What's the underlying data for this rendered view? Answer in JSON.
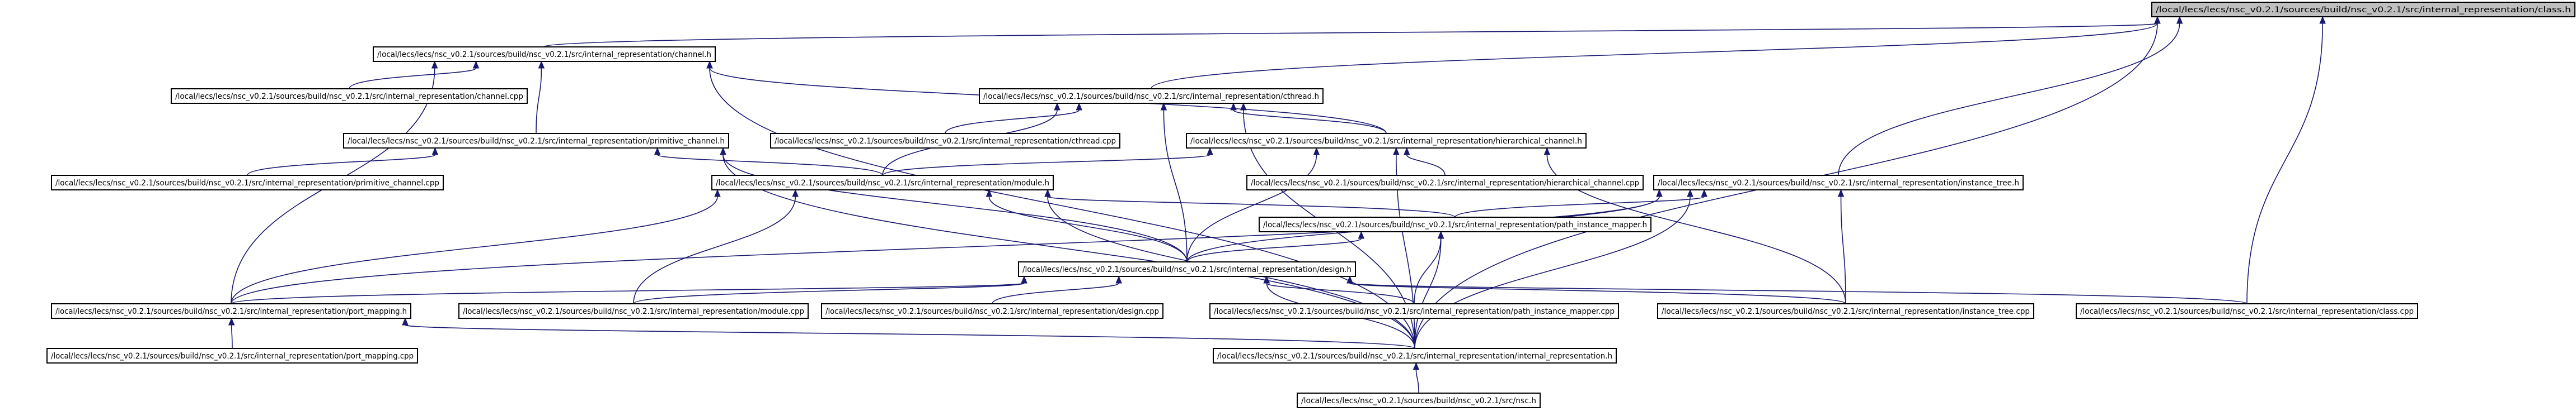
{
  "graph": {
    "nodes": [
      {
        "id": "class_h",
        "label": "/local/lecs/lecs/nsc_v0.2.1/sources/build/nsc_v0.2.1/src/internal_representation/class.h",
        "root": true
      },
      {
        "id": "channel_h",
        "label": "/local/lecs/lecs/nsc_v0.2.1/sources/build/nsc_v0.2.1/src/internal_representation/channel.h"
      },
      {
        "id": "channel_cpp",
        "label": "/local/lecs/lecs/nsc_v0.2.1/sources/build/nsc_v0.2.1/src/internal_representation/channel.cpp"
      },
      {
        "id": "cthread_h",
        "label": "/local/lecs/lecs/nsc_v0.2.1/sources/build/nsc_v0.2.1/src/internal_representation/cthread.h"
      },
      {
        "id": "primitive_channel_h",
        "label": "/local/lecs/lecs/nsc_v0.2.1/sources/build/nsc_v0.2.1/src/internal_representation/primitive_channel.h"
      },
      {
        "id": "cthread_cpp",
        "label": "/local/lecs/lecs/nsc_v0.2.1/sources/build/nsc_v0.2.1/src/internal_representation/cthread.cpp"
      },
      {
        "id": "hierarchical_channel_h",
        "label": "/local/lecs/lecs/nsc_v0.2.1/sources/build/nsc_v0.2.1/src/internal_representation/hierarchical_channel.h"
      },
      {
        "id": "primitive_channel_cpp",
        "label": "/local/lecs/lecs/nsc_v0.2.1/sources/build/nsc_v0.2.1/src/internal_representation/primitive_channel.cpp"
      },
      {
        "id": "module_h",
        "label": "/local/lecs/lecs/nsc_v0.2.1/sources/build/nsc_v0.2.1/src/internal_representation/module.h"
      },
      {
        "id": "hierarchical_channel_cpp",
        "label": "/local/lecs/lecs/nsc_v0.2.1/sources/build/nsc_v0.2.1/src/internal_representation/hierarchical_channel.cpp"
      },
      {
        "id": "instance_tree_h",
        "label": "/local/lecs/lecs/nsc_v0.2.1/sources/build/nsc_v0.2.1/src/internal_representation/instance_tree.h"
      },
      {
        "id": "path_instance_mapper_h",
        "label": "/local/lecs/lecs/nsc_v0.2.1/sources/build/nsc_v0.2.1/src/internal_representation/path_instance_mapper.h"
      },
      {
        "id": "design_h",
        "label": "/local/lecs/lecs/nsc_v0.2.1/sources/build/nsc_v0.2.1/src/internal_representation/design.h"
      },
      {
        "id": "port_mapping_h",
        "label": "/local/lecs/lecs/nsc_v0.2.1/sources/build/nsc_v0.2.1/src/internal_representation/port_mapping.h"
      },
      {
        "id": "module_cpp",
        "label": "/local/lecs/lecs/nsc_v0.2.1/sources/build/nsc_v0.2.1/src/internal_representation/module.cpp"
      },
      {
        "id": "design_cpp",
        "label": "/local/lecs/lecs/nsc_v0.2.1/sources/build/nsc_v0.2.1/src/internal_representation/design.cpp"
      },
      {
        "id": "path_instance_mapper_cpp",
        "label": "/local/lecs/lecs/nsc_v0.2.1/sources/build/nsc_v0.2.1/src/internal_representation/path_instance_mapper.cpp"
      },
      {
        "id": "instance_tree_cpp",
        "label": "/local/lecs/lecs/nsc_v0.2.1/sources/build/nsc_v0.2.1/src/internal_representation/instance_tree.cpp"
      },
      {
        "id": "class_cpp",
        "label": "/local/lecs/lecs/nsc_v0.2.1/sources/build/nsc_v0.2.1/src/internal_representation/class.cpp"
      },
      {
        "id": "port_mapping_cpp",
        "label": "/local/lecs/lecs/nsc_v0.2.1/sources/build/nsc_v0.2.1/src/internal_representation/port_mapping.cpp"
      },
      {
        "id": "internal_representation_h",
        "label": "/local/lecs/lecs/nsc_v0.2.1/sources/build/nsc_v0.2.1/src/internal_representation/internal_representation.h"
      },
      {
        "id": "nsc_h",
        "label": "/local/lecs/lecs/nsc_v0.2.1/sources/build/nsc_v0.2.1/src/nsc.h"
      }
    ],
    "edges": [
      [
        "class_h",
        "channel_h"
      ],
      [
        "class_h",
        "cthread_h"
      ],
      [
        "class_h",
        "instance_tree_h"
      ],
      [
        "class_h",
        "class_cpp"
      ],
      [
        "class_h",
        "internal_representation_h"
      ],
      [
        "channel_h",
        "channel_cpp"
      ],
      [
        "channel_h",
        "primitive_channel_h"
      ],
      [
        "channel_h",
        "hierarchical_channel_h"
      ],
      [
        "channel_h",
        "port_mapping_h"
      ],
      [
        "channel_h",
        "internal_representation_h"
      ],
      [
        "cthread_h",
        "cthread_cpp"
      ],
      [
        "cthread_h",
        "hierarchical_channel_h"
      ],
      [
        "cthread_h",
        "module_h"
      ],
      [
        "cthread_h",
        "design_h"
      ],
      [
        "cthread_h",
        "internal_representation_h"
      ],
      [
        "primitive_channel_h",
        "primitive_channel_cpp"
      ],
      [
        "primitive_channel_h",
        "module_h"
      ],
      [
        "primitive_channel_h",
        "design_h"
      ],
      [
        "primitive_channel_h",
        "internal_representation_h"
      ],
      [
        "hierarchical_channel_h",
        "hierarchical_channel_cpp"
      ],
      [
        "hierarchical_channel_h",
        "module_h"
      ],
      [
        "hierarchical_channel_h",
        "design_h"
      ],
      [
        "hierarchical_channel_h",
        "instance_tree_cpp"
      ],
      [
        "hierarchical_channel_h",
        "internal_representation_h"
      ],
      [
        "module_h",
        "path_instance_mapper_h"
      ],
      [
        "module_h",
        "design_h"
      ],
      [
        "module_h",
        "port_mapping_h"
      ],
      [
        "module_h",
        "module_cpp"
      ],
      [
        "module_h",
        "internal_representation_h"
      ],
      [
        "instance_tree_h",
        "path_instance_mapper_h"
      ],
      [
        "instance_tree_h",
        "design_h"
      ],
      [
        "instance_tree_h",
        "port_mapping_h"
      ],
      [
        "instance_tree_h",
        "instance_tree_cpp"
      ],
      [
        "instance_tree_h",
        "internal_representation_h"
      ],
      [
        "path_instance_mapper_h",
        "design_h"
      ],
      [
        "path_instance_mapper_h",
        "path_instance_mapper_cpp"
      ],
      [
        "path_instance_mapper_h",
        "internal_representation_h"
      ],
      [
        "design_h",
        "port_mapping_h"
      ],
      [
        "design_h",
        "module_cpp"
      ],
      [
        "design_h",
        "design_cpp"
      ],
      [
        "design_h",
        "path_instance_mapper_cpp"
      ],
      [
        "design_h",
        "instance_tree_cpp"
      ],
      [
        "design_h",
        "class_cpp"
      ],
      [
        "design_h",
        "internal_representation_h"
      ],
      [
        "port_mapping_h",
        "port_mapping_cpp"
      ],
      [
        "port_mapping_h",
        "internal_representation_h"
      ],
      [
        "internal_representation_h",
        "nsc_h"
      ]
    ]
  },
  "colors": {
    "edge": "#191970",
    "node_border": "#000000",
    "node_fill": "#ffffff",
    "root_fill": "#bfbfbf",
    "text": "#000000"
  }
}
